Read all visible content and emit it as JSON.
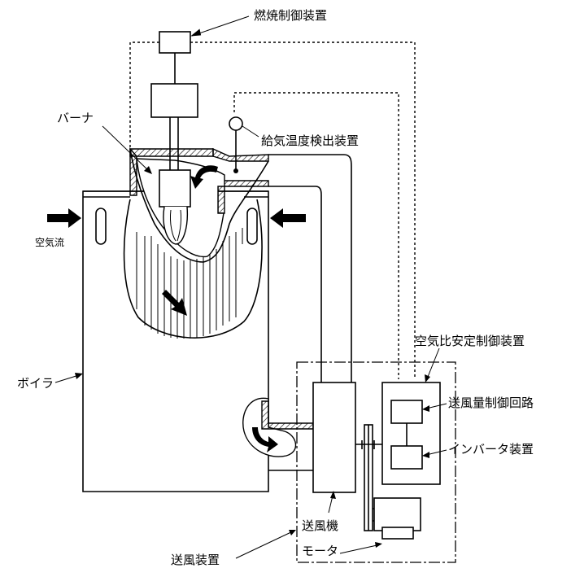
{
  "labels": {
    "combustion_controller": "燃焼制御装置",
    "burner": "バーナ",
    "air_temp_detector": "給気温度検出装置",
    "air_flow": "空気流",
    "boiler": "ボイラ",
    "air_ratio_stabilizer": "空気比安定制御装置",
    "air_volume_circuit": "送風量制御回路",
    "inverter": "インバータ装置",
    "blower": "送風機",
    "air_supply_unit": "送風装置",
    "motor": "モータ"
  }
}
